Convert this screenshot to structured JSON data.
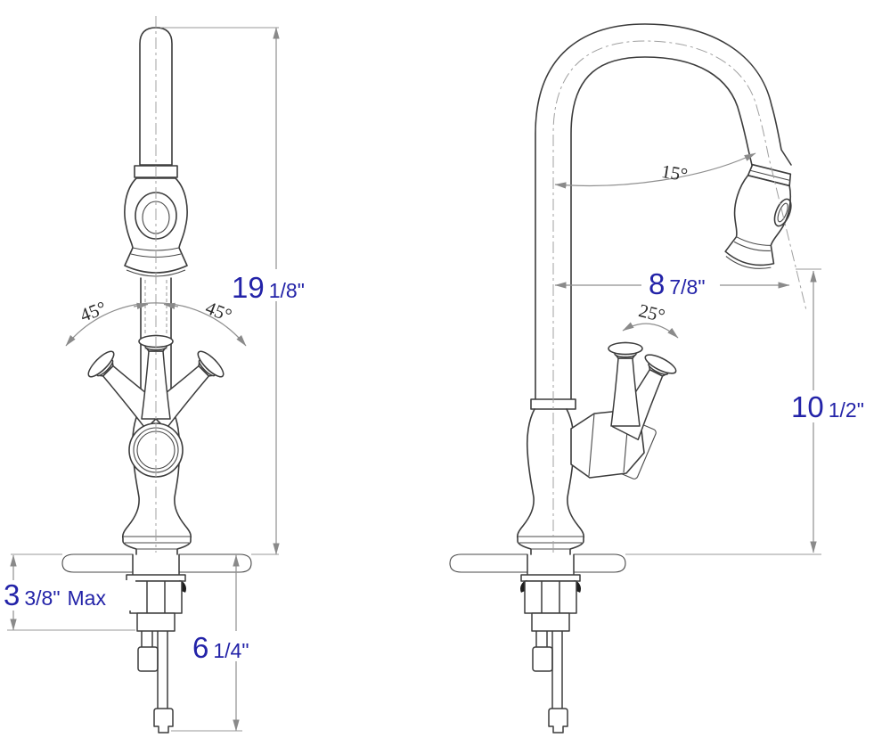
{
  "drawing_title": "kitchen-faucet-dimension-diagram",
  "labels": {
    "height": {
      "num": "19",
      "frac": "1/8\""
    },
    "swing_left": "45°",
    "swing_right": "45°",
    "deck_thickness": {
      "num": "3",
      "frac": "3/8\"",
      "suffix": "Max"
    },
    "under_counter": {
      "num": "6",
      "frac": "1/4\""
    },
    "spout_tilt": "15°",
    "spout_reach": {
      "num": "8",
      "frac": "7/8\""
    },
    "handle_tilt": "25°",
    "spout_height": {
      "num": "10",
      "frac": "1/2\""
    }
  },
  "colors": {
    "outline": "#3c3c3c",
    "dimension_line": "#8f8f8f",
    "dimension_text": "#2323a8",
    "angle_text": "#2a2a2a",
    "background": "#ffffff"
  }
}
